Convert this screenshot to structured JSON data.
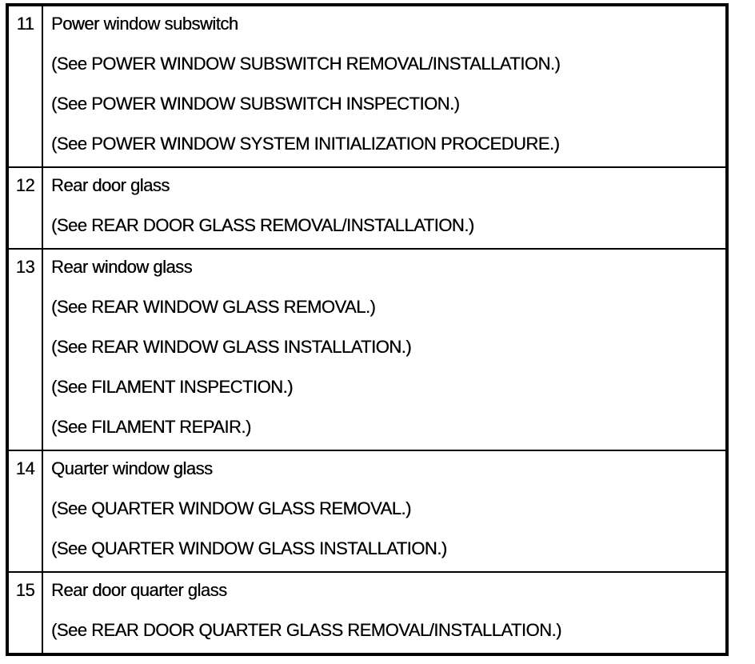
{
  "colors": {
    "border": "#000000",
    "text": "#000000",
    "background": "#ffffff"
  },
  "table": {
    "description": "numbered parts index with cross-references",
    "rows": [
      {
        "number": "11",
        "lines": [
          "Power window subswitch",
          "(See POWER WINDOW SUBSWITCH REMOVAL/INSTALLATION.)",
          "(See POWER WINDOW SUBSWITCH INSPECTION.)",
          "(See POWER WINDOW SYSTEM INITIALIZATION PROCEDURE.)"
        ]
      },
      {
        "number": "12",
        "lines": [
          "Rear door glass",
          "(See REAR DOOR GLASS REMOVAL/INSTALLATION.)"
        ]
      },
      {
        "number": "13",
        "lines": [
          "Rear window glass",
          "(See REAR WINDOW GLASS REMOVAL.)",
          "(See REAR WINDOW GLASS INSTALLATION.)",
          "(See FILAMENT INSPECTION.)",
          "(See FILAMENT REPAIR.)"
        ]
      },
      {
        "number": "14",
        "lines": [
          "Quarter window glass",
          "(See QUARTER WINDOW GLASS REMOVAL.)",
          "(See QUARTER WINDOW GLASS INSTALLATION.)"
        ]
      },
      {
        "number": "15",
        "lines": [
          "Rear door quarter glass",
          "(See REAR DOOR QUARTER GLASS REMOVAL/INSTALLATION.)"
        ]
      }
    ]
  }
}
